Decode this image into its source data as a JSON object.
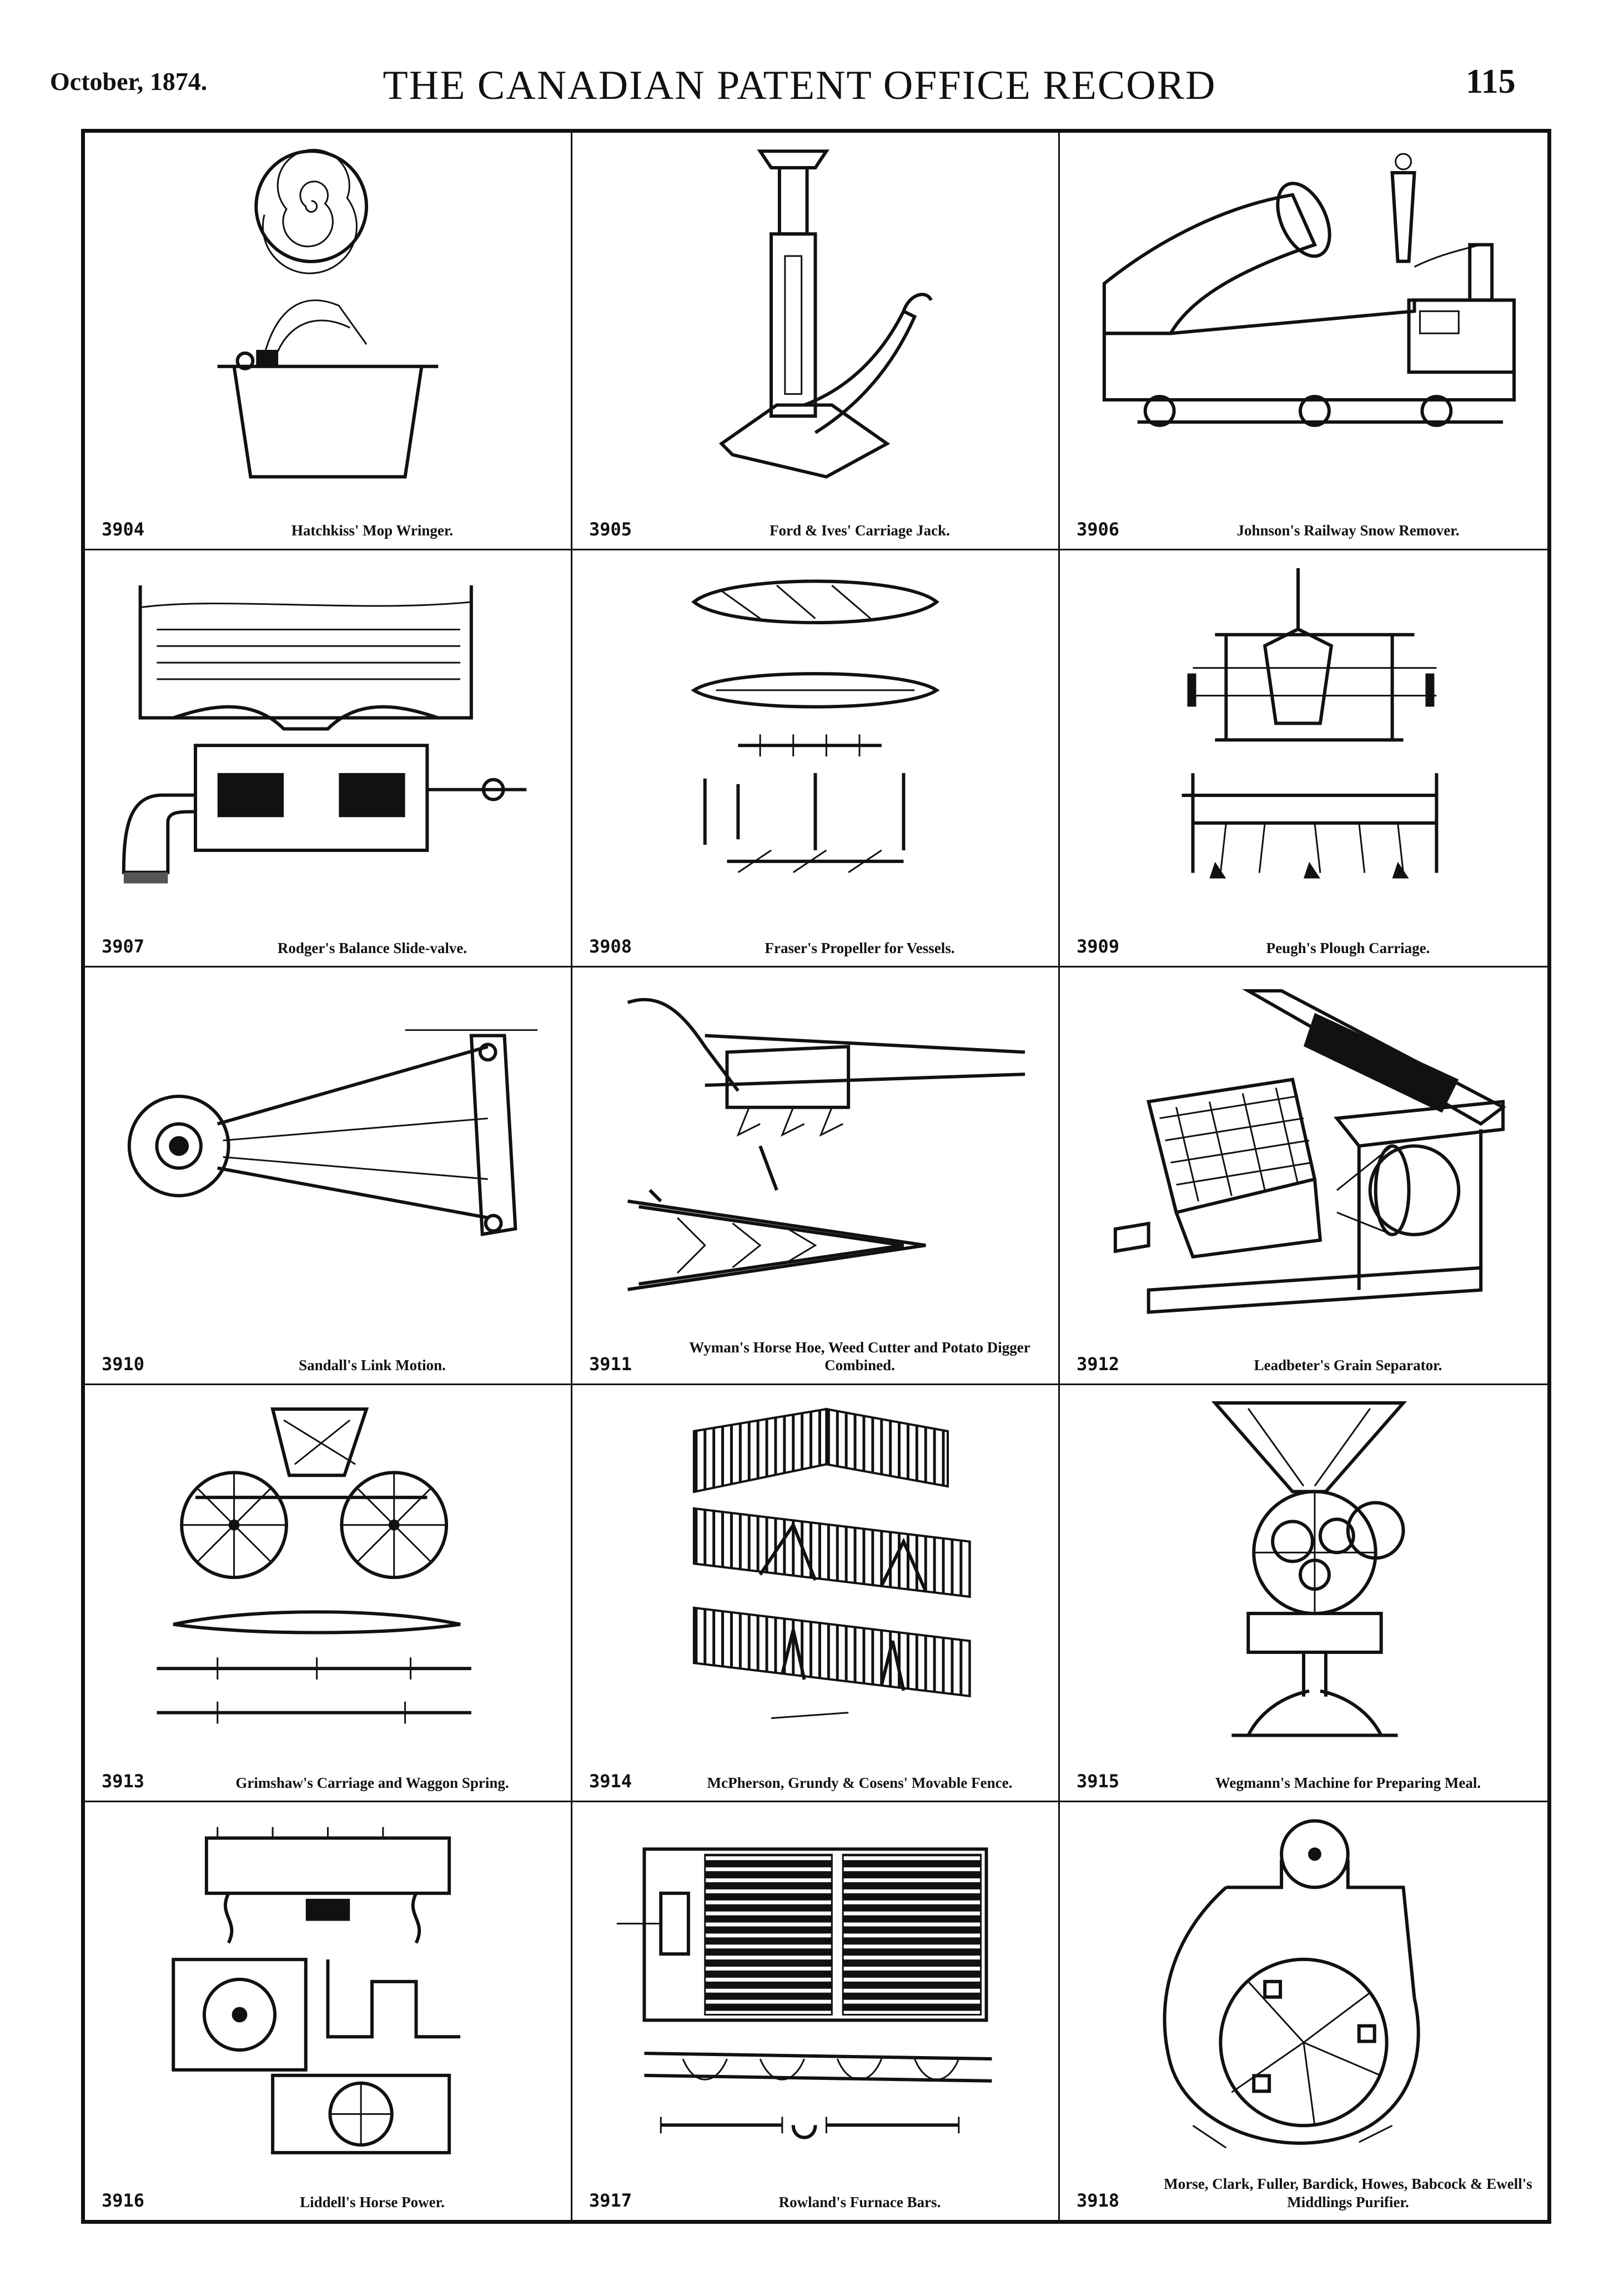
{
  "header": {
    "date": "October, 1874.",
    "title": "THE CANADIAN PATENT OFFICE RECORD",
    "page": "115"
  },
  "figures": [
    {
      "number": "3904",
      "caption": "Hatchkiss' Mop Wringer."
    },
    {
      "number": "3905",
      "caption": "Ford & Ives' Carriage Jack."
    },
    {
      "number": "3906",
      "caption": "Johnson's Railway Snow Remover."
    },
    {
      "number": "3907",
      "caption": "Rodger's Balance Slide-valve."
    },
    {
      "number": "3908",
      "caption": "Fraser's Propeller for Vessels."
    },
    {
      "number": "3909",
      "caption": "Peugh's Plough Carriage."
    },
    {
      "number": "3910",
      "caption": "Sandall's Link Motion."
    },
    {
      "number": "3911",
      "caption": "Wyman's Horse Hoe, Weed Cutter and Potato Digger Combined."
    },
    {
      "number": "3912",
      "caption": "Leadbeter's Grain Separator."
    },
    {
      "number": "3913",
      "caption": "Grimshaw's Carriage and Waggon Spring."
    },
    {
      "number": "3914",
      "caption": "McPherson, Grundy & Cosens' Movable Fence."
    },
    {
      "number": "3915",
      "caption": "Wegmann's Machine for Preparing Meal."
    },
    {
      "number": "3916",
      "caption": "Liddell's Horse Power."
    },
    {
      "number": "3917",
      "caption": "Rowland's Furnace Bars."
    },
    {
      "number": "3918",
      "caption": "Morse, Clark, Fuller, Bardick, Howes, Babcock & Ewell's Middlings Purifier."
    }
  ]
}
